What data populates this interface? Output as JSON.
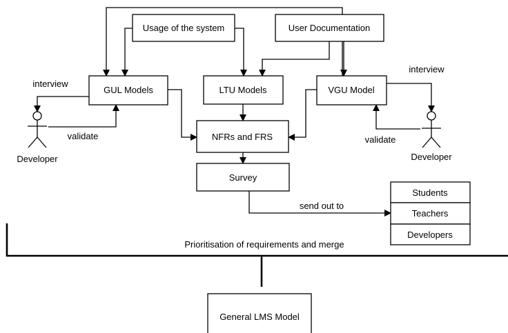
{
  "boxes": {
    "usage": "Usage of the system",
    "user_doc": "User Documentation",
    "gul": "GUL Models",
    "ltu": "LTU Models",
    "vgu": "VGU Model",
    "nfrs": "NFRs and FRS",
    "survey": "Survey",
    "students": "Students",
    "teachers": "Teachers",
    "developers": "Developers",
    "general": "General LMS Model"
  },
  "labels": {
    "interview_left": "interview",
    "validate_left": "validate",
    "developer_left": "Developer",
    "interview_right": "interview",
    "validate_right": "validate",
    "developer_right": "Developer",
    "send_out_to": "send out to",
    "prioritisation": "Prioritisation of requirements and merge"
  }
}
